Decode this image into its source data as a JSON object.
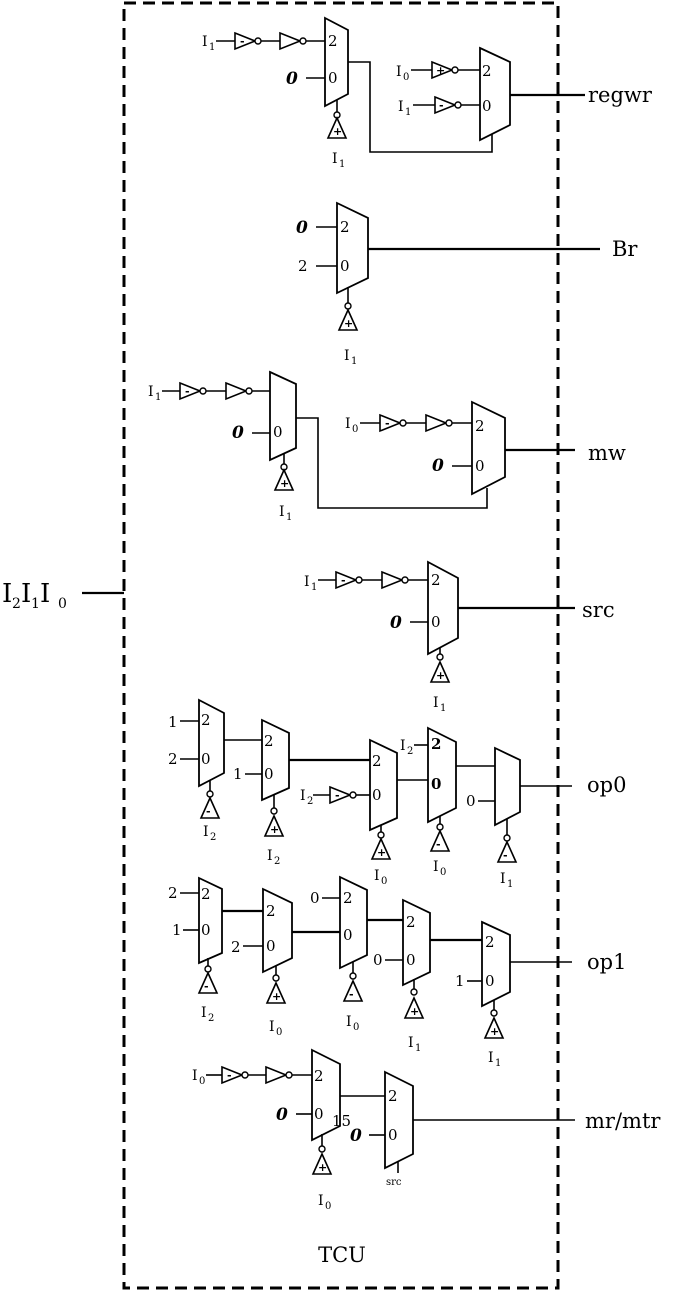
{
  "diagram": {
    "box_label": "TCU",
    "input_label": "I",
    "input_subs": [
      "2",
      "1",
      "0"
    ],
    "outputs": {
      "regwr": "regwr",
      "br": "Br",
      "mw": "mw",
      "src": "src",
      "op0": "op0",
      "op1": "op1",
      "mrmtr": "mr/mtr"
    },
    "mux_inputs": {
      "two": "2",
      "zero": "0",
      "one": "1",
      "zero_italic": "0",
      "fifteen": "15"
    },
    "signals": {
      "I": "I",
      "s0": "0",
      "s1": "1",
      "s2": "2",
      "src_select": "src"
    },
    "gate_signs": {
      "plus": "+",
      "minus": "-"
    }
  }
}
